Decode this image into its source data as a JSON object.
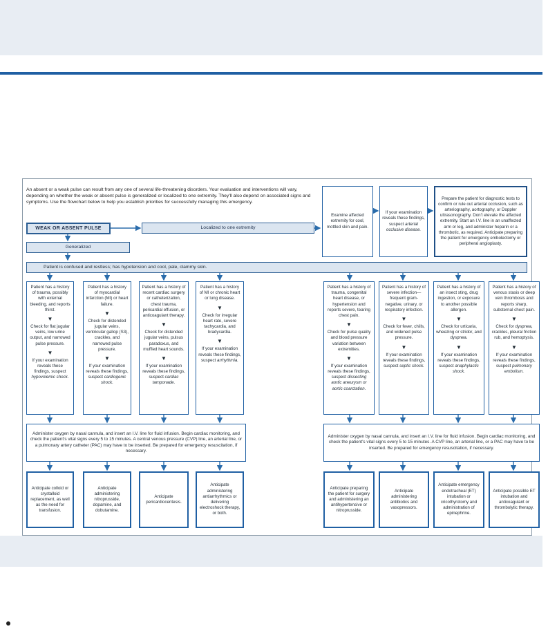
{
  "intro": "An absent or a weak pulse can result from any one of several life-threatening disorders. Your evaluation and interventions will vary, depending on whether the weak or absent pulse is generalized or localized to one extremity. They'll also depend on associated signs and symptoms. Use the flowchart below to help you establish priorities for successfully managing this emergency.",
  "header": "WEAK OR ABSENT PULSE",
  "localized": "Localized to one extremity",
  "generalized": "Generalized",
  "confused": "Patient is confused and restless; has hypotension and cool, pale, clammy skin.",
  "examine": "Examine affected extremity for cool, mottled skin and pain.",
  "arterial": {
    "pre": "If your examination reveals these findings, suspect",
    "dx": "arterial occlusive disease."
  },
  "prepare": "Prepare the patient for diagnostic tests to confirm or rule out arterial occlusion, such as arteriography, aortography, or Doppler ultrasonography. Don't elevate the affected extremity. Start an I.V. line in an unaffected arm or leg, and administer heparin or a thrombotic, as required. Anticipate preparing the patient for emergency embolectomy or peripheral angioplasty.",
  "left_columns": [
    {
      "history": "Patient has a history of trauma, possibly with external bleeding, and reports thirst.",
      "check": "Check for flat jugular veins, low urine output, and narrowed pulse pressure.",
      "exam": "If your examination reveals these findings, suspect",
      "dx": "hypovolemic shock."
    },
    {
      "history": "Patient has a history of myocardial infarction (MI) or heart failure.",
      "check": "Check for distended jugular veins, ventricular gallop (S3), crackles, and narrowed pulse pressure.",
      "exam": "If your examination reveals these findings, suspect",
      "dx": "cardiogenic shock."
    },
    {
      "history": "Patient has a history of recent cardiac surgery or catheterization, chest trauma, pericardial effusion, or anticoagulant therapy.",
      "check": "Check for distended jugular veins, pulsus paradoxus, and muffled heart sounds.",
      "exam": "If your examination reveals these findings, suspect",
      "dx": "cardiac tamponade."
    },
    {
      "history": "Patient has a history of MI or chronic heart or lung disease.",
      "check": "Check for irregular heart rate, severe tachycardia, and bradycardia.",
      "exam": "If your examination reveals these findings, suspect",
      "dx": "arrhythmia."
    }
  ],
  "right_columns": [
    {
      "history": "Patient has a history of trauma, congenital heart disease, or hypertension and reports severe, tearing chest pain.",
      "check": "Check for pulse quality and blood pressure variation between extremities.",
      "exam": "If your examination reveals these findings, suspect",
      "dx": "dissecting aortic aneurysm or aortic coarctation."
    },
    {
      "history": "Patient has a history of severe infection—frequent gram-negative, urinary, or respiratory infection.",
      "check": "Check for fever, chills, and widened pulse pressure.",
      "exam": "If your examination reveals these findings, suspect",
      "dx": "septic shock."
    },
    {
      "history": "Patient has a history of an insect sting, drug ingestion, or exposure to another possible allergen.",
      "check": "Check for urticaria, wheezing or stridor, and dyspnea.",
      "exam": "If your examination reveals these findings, suspect",
      "dx": "anaphylactic shock."
    },
    {
      "history": "Patient has a history of venous stasis or deep vein thrombosis and reports sharp, substernal chest pain.",
      "check": "Check for dyspnea, crackles, pleural friction rub, and hemoptysis.",
      "exam": "If your examination reveals these findings, suspect",
      "dx": "pulmonary embolism."
    }
  ],
  "admin_left": "Administer oxygen by nasal cannula, and insert an I.V. line for fluid infusion. Begin cardiac monitoring, and check the patient's vital signs every 5 to 15 minutes. A central venous pressure (CVP) line, an arterial line, or a pulmonary artery catheter (PAC) may have to be inserted. Be prepared for emergency resuscitation, if necessary.",
  "admin_right": "Administer oxygen by nasal cannula, and insert an I.V. line for fluid infusion. Begin cardiac monitoring, and check the patient's vital signs every 5 to 15 minutes. A CVP line, an arterial line, or a PAC may have to be inserted. Be prepared for emergency resuscitation, if necessary.",
  "left_outcomes": [
    "Anticipate colloid or crystalloid replacement, as well as the need for transfusion.",
    "Anticipate administering nitroprusside, dopamine, and dobutamine.",
    "Anticipate pericardiocentesis.",
    "Anticipate administering antiarrhythmics or delivering electroshock therapy, or both."
  ],
  "right_outcomes": [
    "Anticipate preparing the patient for surgery and administering an antihypertensive or nitroprusside.",
    "Anticipate administering antibiotics and vasopressors.",
    "Anticipate emergency endotracheal (ET) intubation or cricothyrotomy and administration of epinephrine.",
    "Anticipate possible ET intubation and anticoagulant or thrombolytic therapy."
  ]
}
